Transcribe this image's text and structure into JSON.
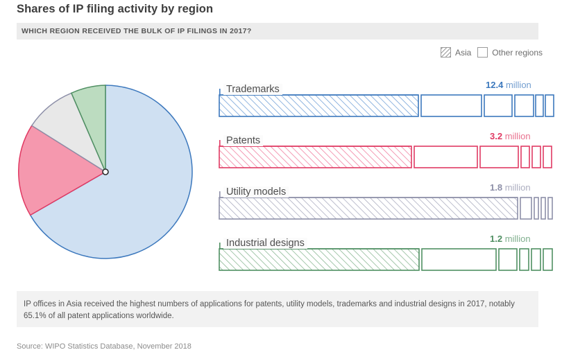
{
  "header": {
    "title": "Shares of IP filing activity by region",
    "subtitle": "WHICH REGION RECEIVED THE BULK OF IP FILINGS IN 2017?"
  },
  "legend": {
    "items": [
      {
        "label": "Asia",
        "swatch": "hatched-square-icon"
      },
      {
        "label": "Other regions",
        "swatch": "empty-square-icon"
      }
    ]
  },
  "footnote": {
    "text": "IP offices in Asia received the highest numbers of applications for patents, utility models, trademarks and industrial designs in 2017, notably 65.1% of all patent applications worldwide.",
    "source": "Source: WIPO Statistics Database, November 2018"
  },
  "chart_data": [
    {
      "type": "pie",
      "title": "Shares of IP filing activity by region",
      "legend_position": "top-right",
      "categories": [
        "Trademarks",
        "Patents",
        "Utility models",
        "Industrial designs"
      ],
      "values": [
        12.4,
        3.2,
        1.8,
        1.2
      ],
      "unit": "million",
      "shares_percent": [
        66.7,
        17.2,
        9.7,
        6.5
      ],
      "colors": [
        "#cfe0f2",
        "#f598ae",
        "#e8e8e8",
        "#bcdcc0"
      ],
      "edge_colors": [
        "#3c78bd",
        "#e03a63",
        "#8d8fa8",
        "#4f8f62"
      ],
      "start_angle_deg": 0,
      "direction": "clockwise"
    },
    {
      "type": "bar",
      "orientation": "horizontal",
      "stacked": true,
      "title": "",
      "xlabel": "",
      "ylabel": "",
      "legend": [
        "Asia",
        "Other regions"
      ],
      "categories": [
        "Trademarks",
        "Patents",
        "Utility models",
        "Industrial designs"
      ],
      "values": [
        12.4,
        3.2,
        1.8,
        1.2
      ],
      "value_labels": [
        "12.4",
        "3.2",
        "1.8",
        "1.2"
      ],
      "unit": "million",
      "series": [
        {
          "name": "Asia",
          "values": [
            7.6,
            2.1,
            1.77,
            0.83
          ]
        },
        {
          "name": "Other regions",
          "values": [
            4.8,
            1.1,
            0.03,
            0.37
          ]
        }
      ],
      "segments": [
        {
          "category": "Trademarks",
          "color": "#3c78bd",
          "asia_fraction": 0.618,
          "other_widths": [
            87,
            40,
            27,
            12,
            13
          ]
        },
        {
          "category": "Patents",
          "color": "#e03a63",
          "asia_fraction": 0.606,
          "other_widths": [
            65,
            47,
            9,
            9,
            9
          ]
        },
        {
          "category": "Utility models",
          "color": "#8d8fa8",
          "asia_fraction": 0.93,
          "other_widths": [
            12,
            5,
            5,
            5
          ]
        },
        {
          "category": "Industrial designs",
          "color": "#4f8f62",
          "asia_fraction": 0.627,
          "other_widths": [
            64,
            18,
            10,
            10,
            10
          ]
        }
      ]
    }
  ],
  "bars": [
    {
      "label": "Trademarks",
      "value": "12.4",
      "unit": "million",
      "color": "#3c78bd",
      "fill": "#cfe0f2"
    },
    {
      "label": "Patents",
      "value": "3.2",
      "unit": "million",
      "color": "#e03a63",
      "fill": "#f598ae"
    },
    {
      "label": "Utility models",
      "value": "1.8",
      "unit": "million",
      "color": "#8d8fa8",
      "fill": "#e8e8e8"
    },
    {
      "label": "Industrial designs",
      "value": "1.2",
      "unit": "million",
      "color": "#4f8f62",
      "fill": "#bcdcc0"
    }
  ]
}
